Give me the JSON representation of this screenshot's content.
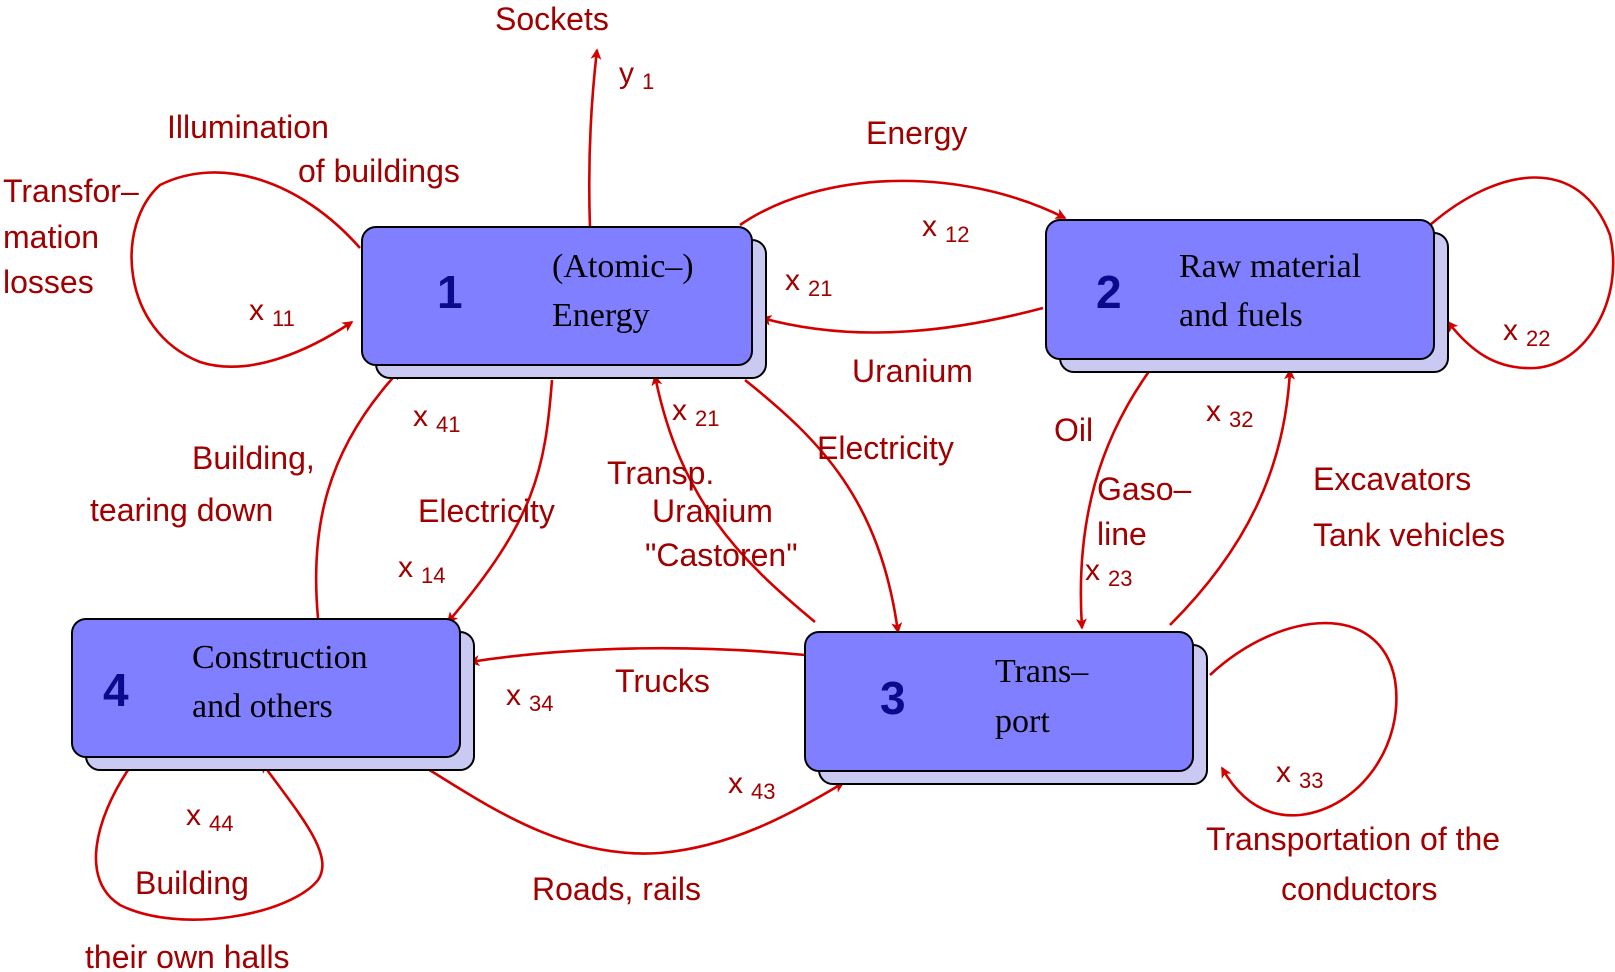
{
  "nodes": [
    {
      "id": "1",
      "number": "1",
      "title_line1": "(Atomic–)",
      "title_line2": "Energy"
    },
    {
      "id": "2",
      "number": "2",
      "title_line1": "Raw material",
      "title_line2": "and fuels"
    },
    {
      "id": "3",
      "number": "3",
      "title_line1": "Trans–",
      "title_line2": "port"
    },
    {
      "id": "4",
      "number": "4",
      "title_line1": "Construction",
      "title_line2": "and others"
    }
  ],
  "labels": {
    "sockets": "Sockets",
    "illumination_1": "Illumination",
    "illumination_2": "of buildings",
    "transformation_1": "Transfor–",
    "transformation_2": "mation",
    "transformation_3": "losses",
    "energy": "Energy",
    "uranium": "Uranium",
    "electricity_1": "Electricity",
    "electricity_2": "Electricity",
    "transp_1": "Transp.",
    "transp_2": "Uranium",
    "transp_3": "\"Castoren\"",
    "building_tearing_1": "Building,",
    "building_tearing_2": "tearing down",
    "oil": "Oil",
    "gasoline_1": "Gaso–",
    "gasoline_2": "line",
    "excavators": "Excavators",
    "tank_vehicles": "Tank vehicles",
    "trucks": "Trucks",
    "roads_rails": "Roads, rails",
    "building_halls_1": "Building",
    "building_halls_2": "their own halls",
    "transport_conductors_1": "Transportation of the",
    "transport_conductors_2": "conductors"
  },
  "variables": {
    "y1": {
      "base": "y",
      "sub": "1"
    },
    "x11": {
      "base": "x",
      "sub": "11"
    },
    "x12": {
      "base": "x",
      "sub": "12"
    },
    "x21a": {
      "base": "x",
      "sub": "21"
    },
    "x21b": {
      "base": "x",
      "sub": "21"
    },
    "x22": {
      "base": "x",
      "sub": "22"
    },
    "x41": {
      "base": "x",
      "sub": "41"
    },
    "x14": {
      "base": "x",
      "sub": "14"
    },
    "x32": {
      "base": "x",
      "sub": "32"
    },
    "x23": {
      "base": "x",
      "sub": "23"
    },
    "x34": {
      "base": "x",
      "sub": "34"
    },
    "x43": {
      "base": "x",
      "sub": "43"
    },
    "x33": {
      "base": "x",
      "sub": "33"
    },
    "x44": {
      "base": "x",
      "sub": "44"
    }
  },
  "colors": {
    "edge": "#d40000",
    "label": "#a00000",
    "box_fill": "#7f7fff",
    "box_shadow": "#c9c9f2",
    "node_number": "#0a0a8c"
  }
}
